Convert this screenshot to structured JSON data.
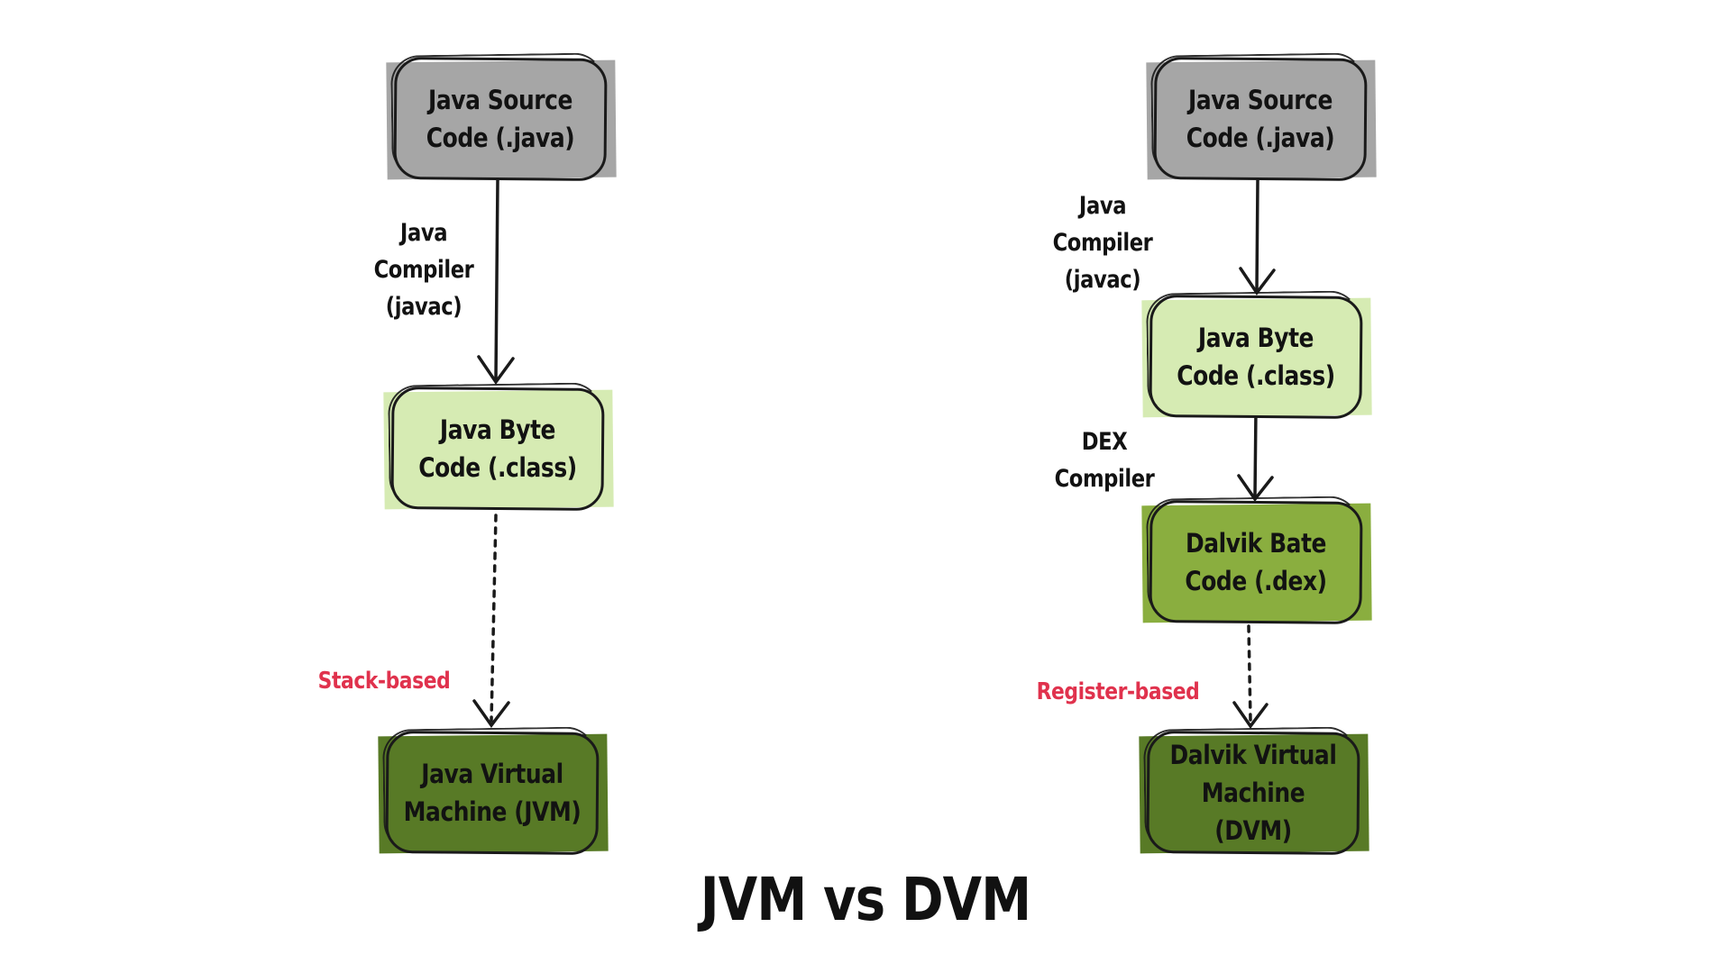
{
  "title": "JVM vs DVM",
  "jvm": {
    "source": "Java Source\nCode (.java)",
    "bytecode": "Java Byte\nCode (.class)",
    "vm": "Java Virtual\nMachine (JVM)",
    "compiler_label": "Java\nCompiler\n(javac)",
    "type_label": "Stack-based"
  },
  "dvm": {
    "source": "Java Source\nCode (.java)",
    "bytecode": "Java Byte\nCode (.class)",
    "dex": "Dalvik Bate\nCode (.dex)",
    "vm": "Dalvik Virtual\nMachine (DVM)",
    "compiler_label": "Java\nCompiler\n(javac)",
    "dex_label": "DEX\nCompiler",
    "type_label": "Register-based"
  },
  "colors": {
    "source": "#a6a6a6",
    "bytecode": "#d6ebb3",
    "dex": "#8aae3f",
    "vm": "#587a26",
    "accent_red": "#e0324d"
  }
}
